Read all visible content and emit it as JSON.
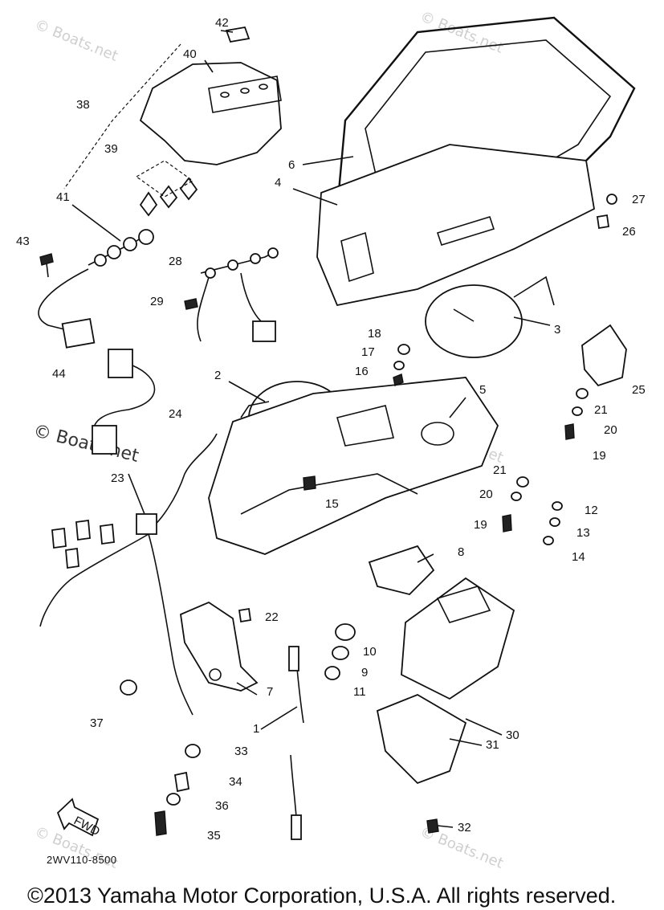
{
  "labels": [
    "42",
    "40",
    "38",
    "39",
    "41",
    "43",
    "28",
    "29",
    "6",
    "4",
    "27",
    "26",
    "3",
    "18",
    "17",
    "16",
    "2",
    "5",
    "25",
    "21",
    "20",
    "19",
    "24",
    "44",
    "23",
    "15",
    "21",
    "20",
    "19",
    "12",
    "13",
    "14",
    "8",
    "22",
    "10",
    "9",
    "11",
    "7",
    "37",
    "30",
    "31",
    "1",
    "33",
    "34",
    "36",
    "35",
    "32"
  ],
  "arrow_text": "FWD",
  "watermarks": [
    "© Boats.net",
    "© Boats.net",
    "© Boats.net",
    "© Boats.net",
    "© Boats.net"
  ],
  "watermark_big": "© Boats.net",
  "part_code": "2WV110-8500",
  "copyright": "©2013 Yamaha Motor Corporation, U.S.A. All rights reserved."
}
